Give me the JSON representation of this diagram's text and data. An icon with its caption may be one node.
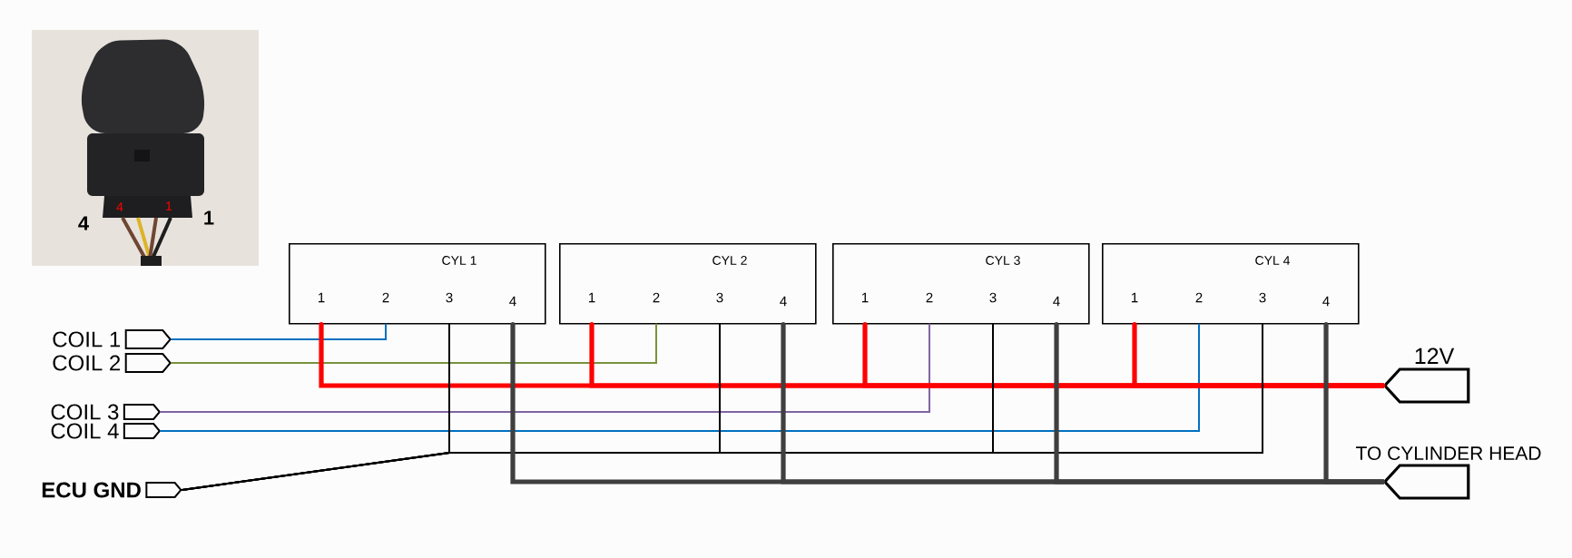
{
  "diagram": {
    "nodes": [
      {
        "text": [],
        "shape": "picture"
      },
      {
        "text": [
          "CYL 1"
        ]
      },
      {
        "text": [
          "1"
        ],
        "in": 1
      },
      {
        "text": [
          "2"
        ],
        "in": 1
      },
      {
        "text": [
          "3"
        ],
        "in": 1
      },
      {
        "text": [
          "4"
        ],
        "in": 1
      },
      {
        "text": [
          "CYL 2"
        ]
      },
      {
        "text": [
          "1"
        ],
        "in": 6
      },
      {
        "text": [
          "2"
        ],
        "in": 6
      },
      {
        "text": [
          "3"
        ],
        "in": 6
      },
      {
        "text": [
          "4"
        ],
        "in": 6
      },
      {
        "text": [
          "CYL 3"
        ]
      },
      {
        "text": [
          "1"
        ],
        "in": 11
      },
      {
        "text": [
          "2"
        ],
        "in": 11
      },
      {
        "text": [
          "3"
        ],
        "in": 11
      },
      {
        "text": [
          "4"
        ],
        "in": 11
      },
      {
        "text": [
          "CYL 4"
        ]
      },
      {
        "text": [
          "1"
        ],
        "in": 16
      },
      {
        "text": [
          "2"
        ],
        "in": 16
      },
      {
        "text": [
          "3"
        ],
        "in": 16
      },
      {
        "text": [
          "4"
        ],
        "in": 16
      },
      {
        "text": [
          "COIL 1"
        ]
      },
      {
        "text": [
          "COIL 2"
        ]
      },
      {
        "text": [
          "12V"
        ]
      },
      {
        "text": [
          "COIL 3"
        ]
      },
      {
        "text": [
          "COIL 4"
        ]
      },
      {
        "text": [
          "TO CYLINDER HEAD"
        ]
      },
      {
        "text": [
          "ECU GND"
        ]
      }
    ],
    "edges": [
      {
        "from": 21,
        "to": 3,
        "arrow": "none",
        "color": "#0070c0"
      },
      {
        "from": 22,
        "to": 8,
        "arrow": "none",
        "color": "#77933c"
      },
      {
        "from": 24,
        "to": 13,
        "arrow": "none",
        "color": "#8064a2"
      },
      {
        "from": 25,
        "to": 18,
        "arrow": "none",
        "color": "#0070c0"
      },
      {
        "from": 23,
        "to": 2,
        "arrow": "none",
        "style": "thick",
        "color": "#ff0000"
      },
      {
        "from": 23,
        "to": 7,
        "arrow": "none",
        "style": "thick",
        "color": "#ff0000"
      },
      {
        "from": 23,
        "to": 12,
        "arrow": "none",
        "style": "thick",
        "color": "#ff0000"
      },
      {
        "from": 23,
        "to": 17,
        "arrow": "none",
        "style": "thick",
        "color": "#ff0000"
      },
      {
        "from": 27,
        "to": 4,
        "arrow": "none",
        "color": "#000000"
      },
      {
        "from": 27,
        "to": 9,
        "arrow": "none",
        "color": "#000000"
      },
      {
        "from": 27,
        "to": 14,
        "arrow": "none",
        "color": "#000000"
      },
      {
        "from": 27,
        "to": 19,
        "arrow": "none",
        "color": "#000000"
      },
      {
        "from": 26,
        "to": 5,
        "arrow": "none",
        "style": "thick",
        "color": "#3f3f3f"
      },
      {
        "from": 26,
        "to": 10,
        "arrow": "none",
        "style": "thick",
        "color": "#3f3f3f"
      },
      {
        "from": 26,
        "to": 15,
        "arrow": "none",
        "style": "thick",
        "color": "#3f3f3f"
      },
      {
        "from": 26,
        "to": 20,
        "arrow": "none",
        "style": "thick",
        "color": "#3f3f3f"
      }
    ],
    "labels": [
      "4",
      "1",
      "4",
      "1"
    ]
  }
}
